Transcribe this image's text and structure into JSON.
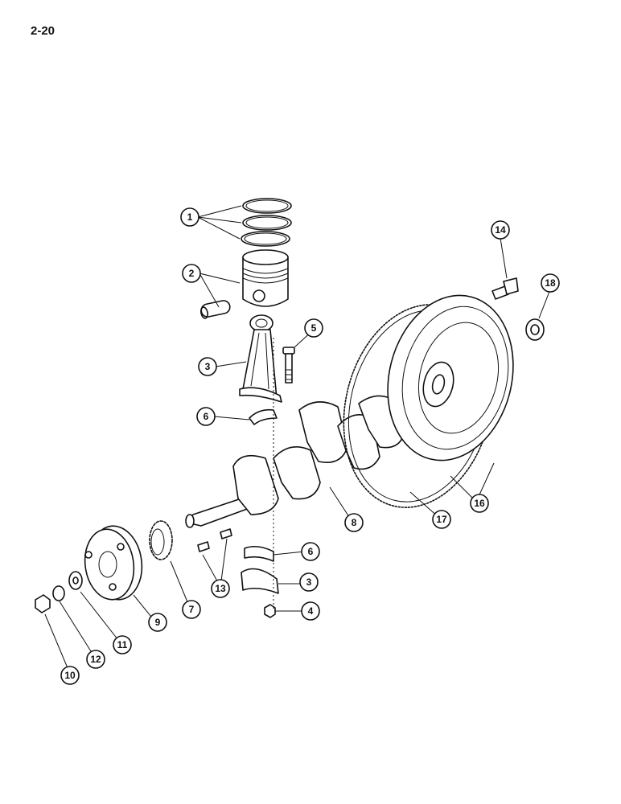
{
  "page": {
    "number": "2-20"
  },
  "callouts": [
    {
      "id": "1",
      "label": "1"
    },
    {
      "id": "2",
      "label": "2"
    },
    {
      "id": "3a",
      "label": "3"
    },
    {
      "id": "5",
      "label": "5"
    },
    {
      "id": "6a",
      "label": "6"
    },
    {
      "id": "14",
      "label": "14"
    },
    {
      "id": "18",
      "label": "18"
    },
    {
      "id": "8",
      "label": "8"
    },
    {
      "id": "16",
      "label": "16"
    },
    {
      "id": "17",
      "label": "17"
    },
    {
      "id": "6b",
      "label": "6"
    },
    {
      "id": "3b",
      "label": "3"
    },
    {
      "id": "4",
      "label": "4"
    },
    {
      "id": "13",
      "label": "13"
    },
    {
      "id": "7",
      "label": "7"
    },
    {
      "id": "9",
      "label": "9"
    },
    {
      "id": "11",
      "label": "11"
    },
    {
      "id": "12",
      "label": "12"
    },
    {
      "id": "10",
      "label": "10"
    }
  ]
}
